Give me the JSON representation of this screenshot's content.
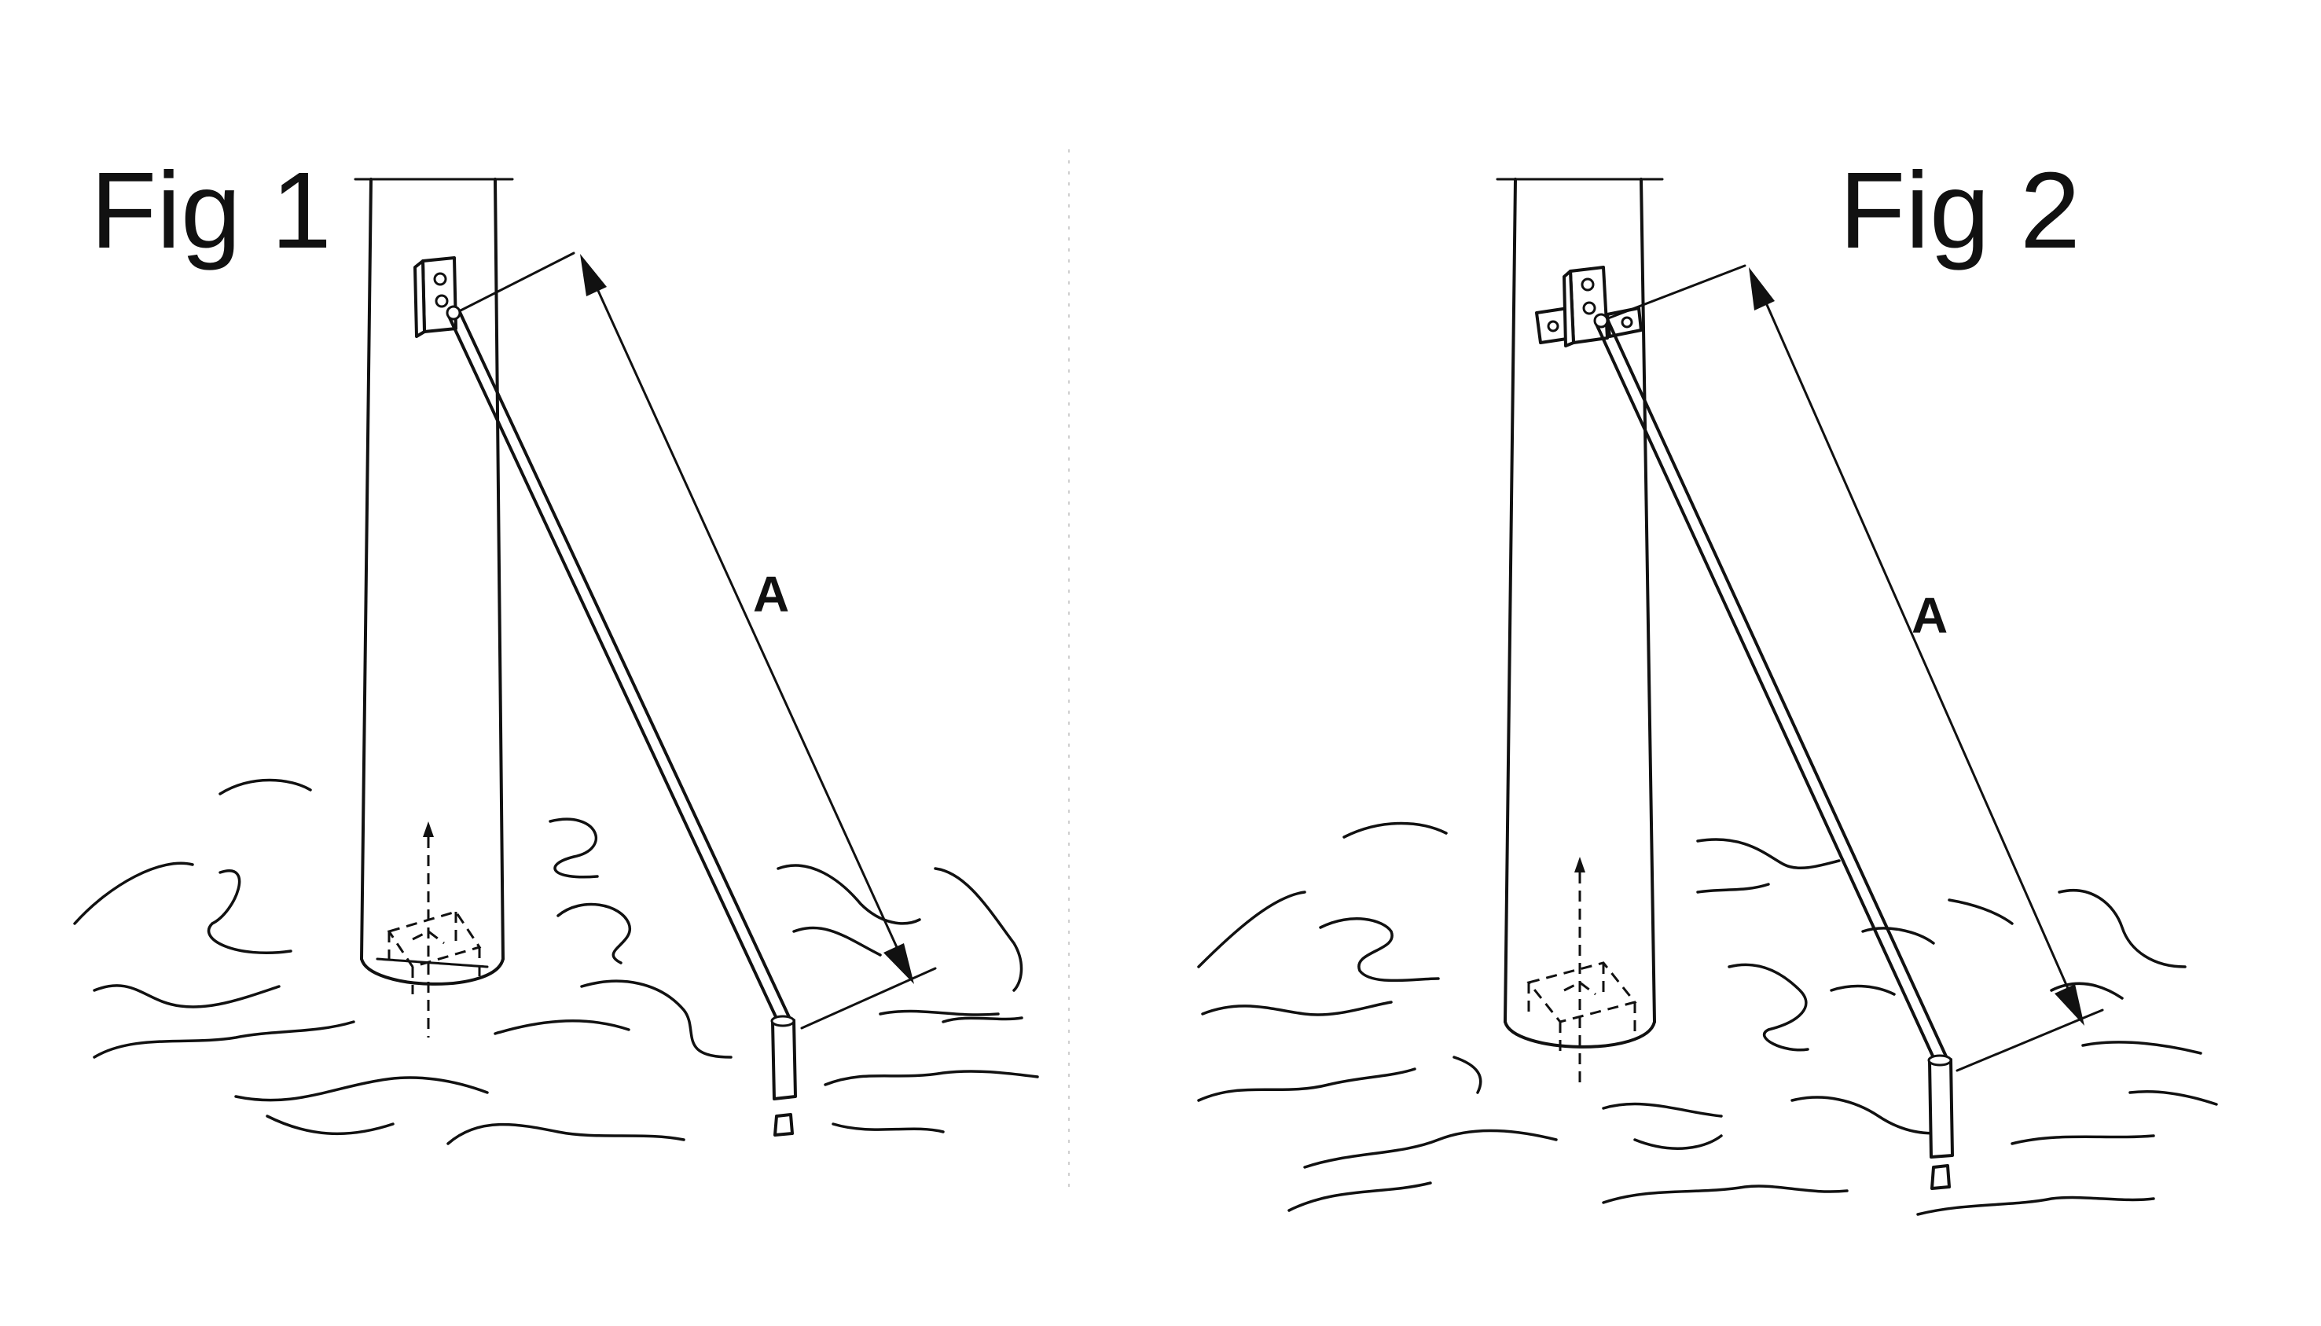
{
  "figures": [
    {
      "id": "fig1",
      "title": "Fig 1",
      "dimension_label": "A",
      "bracket_type": "single-plate"
    },
    {
      "id": "fig2",
      "title": "Fig 2",
      "dimension_label": "A",
      "bracket_type": "winged-plate"
    }
  ],
  "colors": {
    "ink": "#111111",
    "background": "#ffffff"
  }
}
